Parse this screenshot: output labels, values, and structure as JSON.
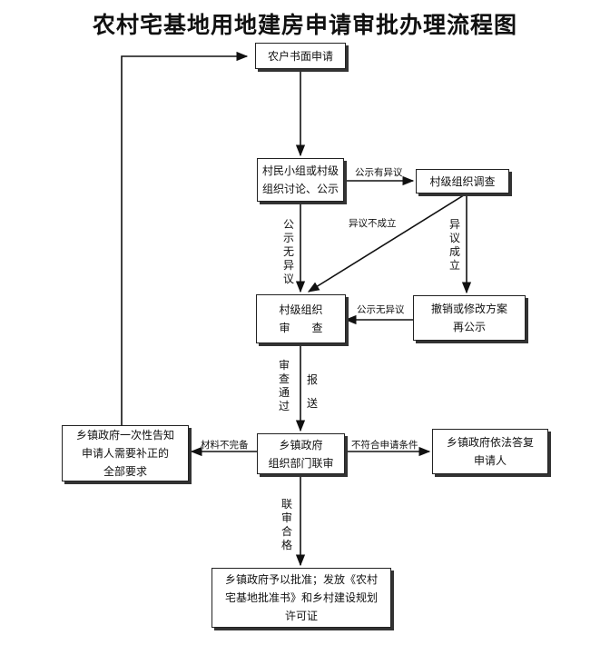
{
  "title": "农村宅基地用地建房申请审批办理流程图",
  "nodes": {
    "application": "农户书面申请",
    "discussion_l1": "村民小组或村级",
    "discussion_l2": "组织讨论、公示",
    "investigation": "村级组织调查",
    "review_l1": "村级组织",
    "review_l2": "审　　查",
    "revoke_l1": "撤销或修改方案",
    "revoke_l2": "再公示",
    "joint_review_l1": "乡镇政府",
    "joint_review_l2": "组织部门联审",
    "notify_l1": "乡镇政府一次性告知",
    "notify_l2": "申请人需要补正的",
    "notify_l3": "全部要求",
    "reply_l1": "乡镇政府依法答复",
    "reply_l2": "申请人",
    "approval_l1": "乡镇政府予以批准；发放《农村",
    "approval_l2": "宅基地批准书》和乡村建设规划",
    "approval_l3": "许可证"
  },
  "edges": {
    "objection": "公示有异议",
    "no_objection_v": "公示无异议",
    "objection_rejected": "异议不成立",
    "objection_upheld_v": "异议成立",
    "republic_no_objection": "公示无异议",
    "review_passed_v": "审查通过",
    "submit_v": "报送",
    "incomplete": "材料不完备",
    "ineligible": "不符合申请条件",
    "qualified_v": "联审合格"
  }
}
